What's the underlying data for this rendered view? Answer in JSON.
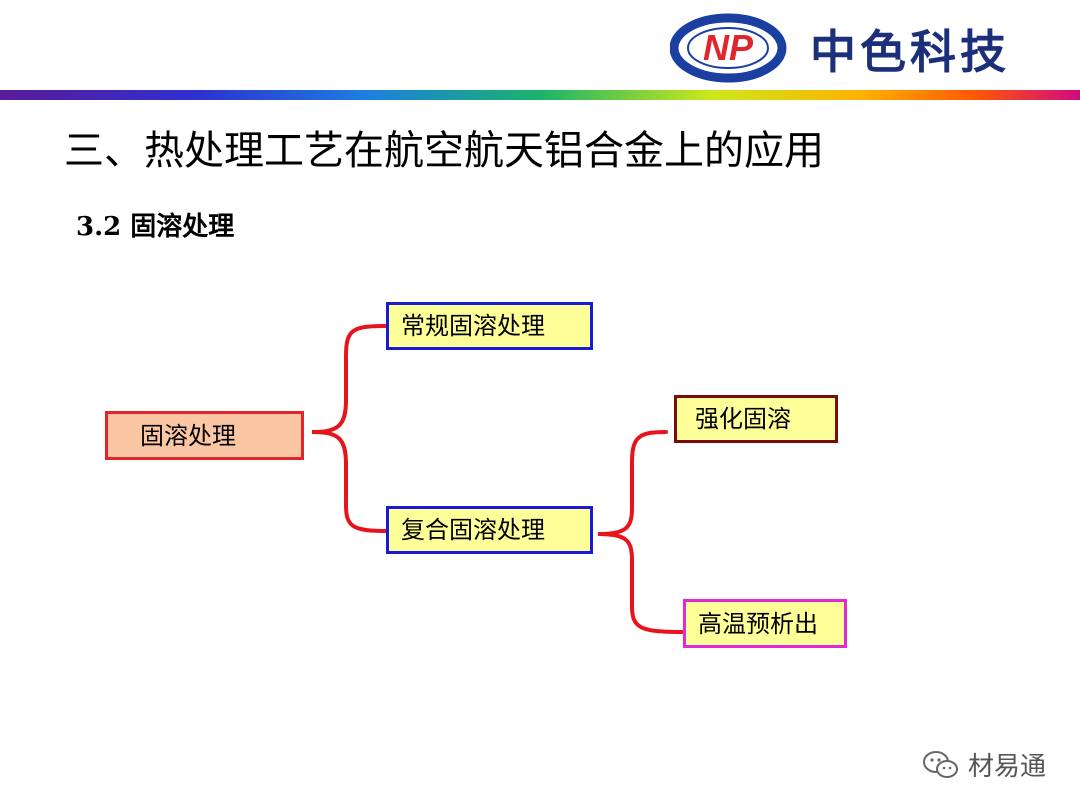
{
  "header": {
    "logo_mark": "NP",
    "logo_text": "中色科技",
    "colors": {
      "logo_blue": "#1b3fa0",
      "logo_red": "#e0262b",
      "bar_start": "#5b1b9a",
      "bar_end": "#d10a82"
    }
  },
  "slide": {
    "title": "三、热处理工艺在航空航天铝合金上的应用",
    "subtitle": "3.2  固溶处理"
  },
  "diagram": {
    "root": "固溶处理",
    "branches": [
      {
        "label": "常规固溶处理"
      },
      {
        "label": "复合固溶处理",
        "children": [
          {
            "label": "强化固溶"
          },
          {
            "label": "高温预析出"
          }
        ]
      }
    ],
    "colors": {
      "connector": "#e8141c",
      "root_fill": "#fbc6a4",
      "root_border": "#e0262b",
      "branch_fill": "#ffff99",
      "branch_border": "#1a1ad6",
      "strength_border": "#7a0b0b",
      "precip_border": "#e02ad6"
    }
  },
  "footer": {
    "watermark_icon": "wechat-icon",
    "watermark_text": "材易通"
  }
}
